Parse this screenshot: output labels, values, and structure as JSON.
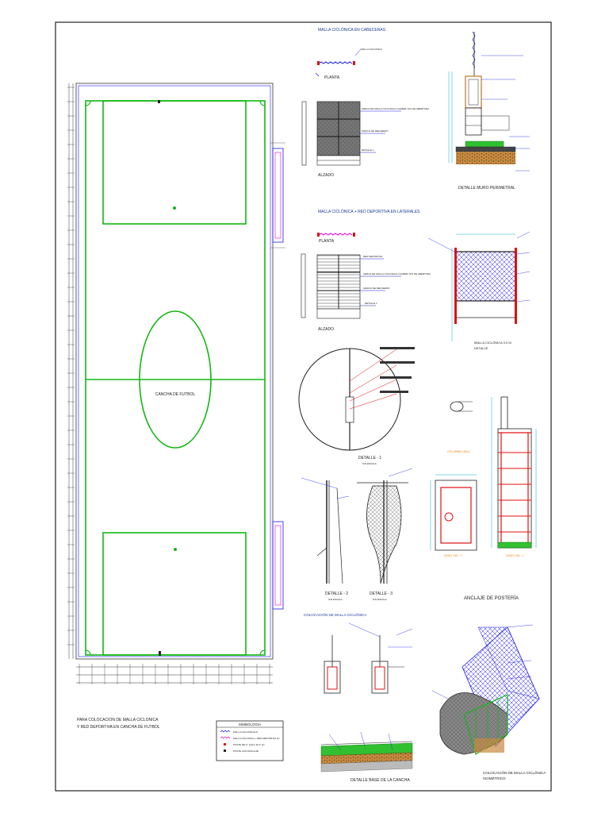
{
  "colors": {
    "field_line": "#12b812",
    "blue_line": "#1a1aee",
    "cyan_line": "#00b0d8",
    "red_line": "#e01010",
    "magenta_line": "#e000e0",
    "orange_text": "#f08010",
    "brown_fill": "#c88a40",
    "green_fill": "#30c030",
    "grey_fill": "#888888",
    "frame": "#222222"
  },
  "field": {
    "center_label": "CANCHA DE FUTBOL"
  },
  "note": {
    "line1": "PARA COLOCACION DE MALLA CICLONICA",
    "line2": "Y RED DEPORTIVA EN CANCHA DE FUTBOL"
  },
  "legend": {
    "title": "SIMBOLOGIA",
    "items": [
      {
        "label": "MALLA CICLONICA H=",
        "icon": "blue-zigzag-icon"
      },
      {
        "label": "MALLA CICLONICA + RED DEPORTIVA H=",
        "icon": "magenta-zigzag-icon"
      },
      {
        "label": "POSTE DE F° GALV. Ø 2\" H=",
        "icon": "red-post-icon"
      },
      {
        "label": "POSTE CON ANCLAJE",
        "icon": "black-post-icon"
      }
    ]
  },
  "sec_cabeceras": {
    "title": "MALLA CICLÓNICA EN CABECERAS",
    "planta": "PLANTA",
    "alzado": "ALZADO",
    "callout_top": "MALLA CICLONICA",
    "callouts": [
      "CERCA DE MALLA CICLONICA CALIBRE 10.5 DE ABERTURA",
      "MARCO DE REFUERZO",
      "DETALLE 1"
    ]
  },
  "sec_laterales": {
    "title": "MALLA CICLÓNICA + RED DEPORTIVA EN LATERALES",
    "planta": "PLANTA",
    "alzado": "ALZADO",
    "callouts": [
      "RED DEPORTIVA",
      "CERCA DE MALLA CICLONICA CALIBRE 10.5 DE ABERTURA",
      "MARCO DE REFUERZO",
      "DETALLE 1"
    ]
  },
  "detalle_muro": {
    "title": "DETALLE MURO PERIMETRAL"
  },
  "malla_detalle": {
    "line1": "MALLA CICLÓNICA 3.0 M",
    "line2": "DETALLE"
  },
  "detalle_1": {
    "title": "DETALLE - 1",
    "scale": "S/N ESCALA"
  },
  "detalle_2": {
    "title": "DETALLE - 2",
    "scale": "S/N ESCALA"
  },
  "detalle_3": {
    "title": "DETALLE - 3",
    "scale": "S/N ESCALA"
  },
  "anclaje": {
    "title": "ANCLAJE DE POSTERÍA",
    "columna_label": "COLUMNA C60x1",
    "dado_a": "DADO C60 - 1",
    "dado_b": "DADO C60 - 1"
  },
  "colocacion": {
    "title": "COLOCACIÓN DE MALLA CICLÓNICA"
  },
  "base_cancha": {
    "title": "DETALLE BASE DE LA CANCHA"
  },
  "isometrico": {
    "line1": "COLOCACIÓN DE MALLA CICLÓNICA",
    "line2": "ISOMÉTRICO"
  }
}
